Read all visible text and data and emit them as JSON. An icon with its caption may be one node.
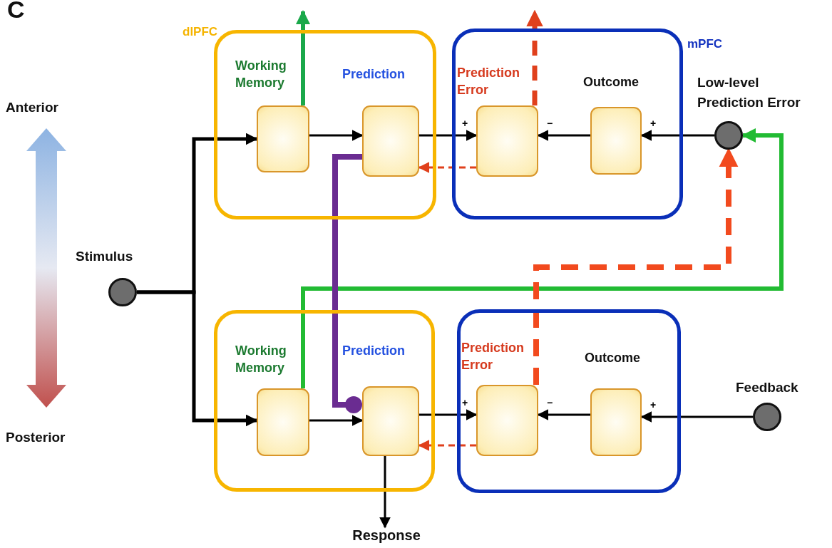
{
  "diagram": {
    "nodes": [
      {
        "text": [
          "dlPFC"
        ]
      },
      {
        "text": [
          "Working Memory"
        ],
        "in": 0
      },
      {
        "text": [
          "Prediction"
        ],
        "in": 0
      },
      {
        "text": [
          "mPFC"
        ]
      },
      {
        "text": [
          "Prediction Error"
        ],
        "in": 3
      },
      {
        "text": [
          "Outcome"
        ],
        "in": 3
      },
      {
        "text": [
          "Low-level Prediction Error"
        ]
      },
      {
        "text": [
          "Stimulus"
        ]
      },
      {
        "text": [],
        "shape": "box"
      },
      {
        "text": [
          "Working Memory"
        ],
        "in": 8
      },
      {
        "text": [
          "Prediction"
        ],
        "in": 8
      },
      {
        "text": [],
        "shape": "box"
      },
      {
        "text": [
          "Prediction Error"
        ],
        "in": 11
      },
      {
        "text": [
          "Outcome"
        ],
        "in": 11
      },
      {
        "text": [
          "Feedback"
        ]
      },
      {
        "text": [
          "Response"
        ]
      }
    ],
    "edges": [
      {
        "from": 7,
        "to": 1,
        "arrow": "to"
      },
      {
        "from": 7,
        "to": 9,
        "arrow": "to"
      },
      {
        "from": 1,
        "to": 2,
        "arrow": "to"
      },
      {
        "from": 2,
        "to": 4,
        "arrow": "to",
        "label": "+"
      },
      {
        "from": 5,
        "to": 4,
        "arrow": "to",
        "label": "−"
      },
      {
        "from": 6,
        "to": 5,
        "arrow": "to",
        "label": "+"
      },
      {
        "from": 4,
        "to": 2,
        "arrow": "to",
        "style": "dashed",
        "color": "#e0401c"
      },
      {
        "from": 1,
        "to": null,
        "arrow": "to",
        "style": "thick",
        "color": "#1aa84a"
      },
      {
        "from": 4,
        "to": null,
        "arrow": "to",
        "style": "dashed",
        "color": "#e0401c"
      },
      {
        "from": 9,
        "to": 6,
        "arrow": "to",
        "style": "thick",
        "color": "#22bb33"
      },
      {
        "from": 12,
        "to": 6,
        "arrow": "to",
        "style": "dashed",
        "color": "#f24a1e"
      },
      {
        "from": 9,
        "to": 10,
        "arrow": "to"
      },
      {
        "from": 10,
        "to": 12,
        "arrow": "to",
        "label": "+"
      },
      {
        "from": 13,
        "to": 12,
        "arrow": "to",
        "label": "−"
      },
      {
        "from": 14,
        "to": 13,
        "arrow": "to",
        "label": "+"
      },
      {
        "from": 12,
        "to": 10,
        "arrow": "to",
        "style": "dashed",
        "color": "#e0401c"
      },
      {
        "from": 10,
        "to": 15,
        "arrow": "to"
      },
      {
        "from": 2,
        "to": 10,
        "arrow": "other",
        "style": "thick",
        "color": "#6a2c91"
      }
    ],
    "labels": [
      "C",
      "Anterior",
      "Posterior"
    ]
  }
}
